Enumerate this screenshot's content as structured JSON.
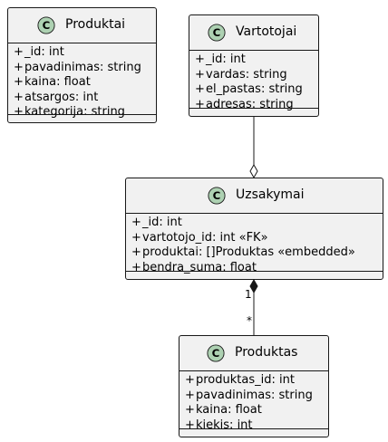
{
  "diagram": {
    "classes": [
      {
        "id": "produktai",
        "stereotype_glyph": "C",
        "name": "Produktai",
        "attributes": [
          "_id: int",
          "pavadinimas: string",
          "kaina: float",
          "atsargos: int",
          "kategorija: string"
        ]
      },
      {
        "id": "vartotojai",
        "stereotype_glyph": "C",
        "name": "Vartotojai",
        "attributes": [
          "_id: int",
          "vardas: string",
          "el_pastas: string",
          "adresas: string"
        ]
      },
      {
        "id": "uzsakymai",
        "stereotype_glyph": "C",
        "name": "Uzsakymai",
        "attributes": [
          "_id: int",
          "vartotojo_id: int «FK»",
          "produktai: []Produktas «embedded»",
          "bendra_suma: float"
        ]
      },
      {
        "id": "produktas",
        "stereotype_glyph": "C",
        "name": "Produktas",
        "attributes": [
          "produktas_id: int",
          "pavadinimas: string",
          "kaina: float",
          "kiekis: int"
        ]
      }
    ],
    "visibility_symbol": "+",
    "relations": [
      {
        "from": "vartotojai",
        "to": "uzsakymai",
        "kind": "aggregation"
      },
      {
        "from": "uzsakymai",
        "to": "produktas",
        "kind": "composition",
        "from_multiplicity": "1",
        "to_multiplicity": "*"
      }
    ],
    "colors": {
      "class_fill": "#f1f1f1",
      "border": "#181818",
      "icon_fill": "#add1b2",
      "line": "#181818"
    }
  }
}
